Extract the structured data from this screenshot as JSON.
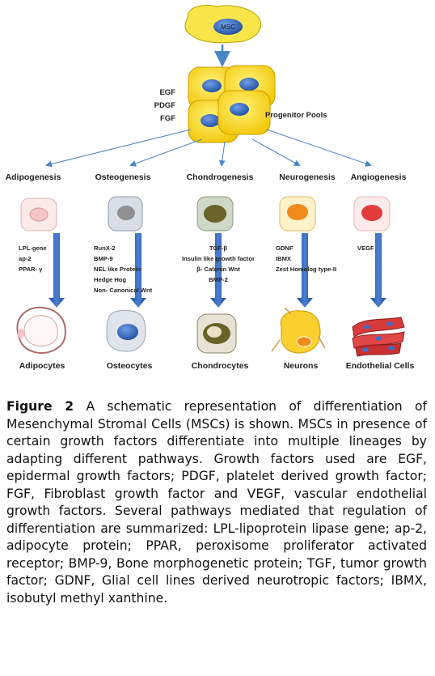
{
  "diagram": {
    "msc_label": "MSC",
    "growth_factors": [
      "EGF",
      "PDGF",
      "FGF"
    ],
    "progenitor_label": "Progenitor Pools",
    "lineages": [
      {
        "id": "adipo",
        "name": "Adipogenesis",
        "factors": [
          "LPL-gene",
          "ap-2",
          "PPAR- γ"
        ],
        "result": "Adipocytes",
        "color": "#f4c6c6"
      },
      {
        "id": "osteo",
        "name": "Osteogenesis",
        "factors": [
          "RunX-2",
          "BMP-9",
          "NEL like Protein",
          "Hedge Hog",
          "Non- Canonical Wnt"
        ],
        "result": "Osteocytes",
        "color": "#8f8f8f"
      },
      {
        "id": "chondro",
        "name": "Chondrogenesis",
        "factors": [
          "TGF-β",
          "Insulin like growth factor",
          "β- Catenin Wnt",
          "BMP-2"
        ],
        "result": "Chondrocytes",
        "color": "#6a6228"
      },
      {
        "id": "neuro",
        "name": "Neurogenesis",
        "factors": [
          "GDNF",
          "IBMX",
          "Zest Homolog type-II"
        ],
        "result": "Neurons",
        "color": "#f08a1a"
      },
      {
        "id": "angio",
        "name": "Angiogenesis",
        "factors": [
          "VEGF"
        ],
        "result": "Endothelial Cells",
        "color": "#e23b3b"
      }
    ]
  },
  "caption": {
    "label": "Figure 2",
    "text": " A schematic representation of differentiation of Mesenchymal Stromal Cells (MSCs) is shown. MSCs in presence of certain growth factors differentiate into multiple lineages by adapting different pathways. Growth factors used are EGF, epidermal growth factors; PDGF, platelet derived growth factor; FGF, Fibroblast growth factor and VEGF, vascular endothelial growth factors. Several pathways mediated that regulation of differentiation are summarized: LPL-lipoprotein lipase gene; ap-2, adipocyte protein; PPAR, peroxisome proliferator activated receptor; BMP-9, Bone morphogenetic protein; TGF, tumor growth factor; GDNF, Glial cell lines derived neurotropic factors; IBMX, isobutyl methyl xanthine."
  }
}
